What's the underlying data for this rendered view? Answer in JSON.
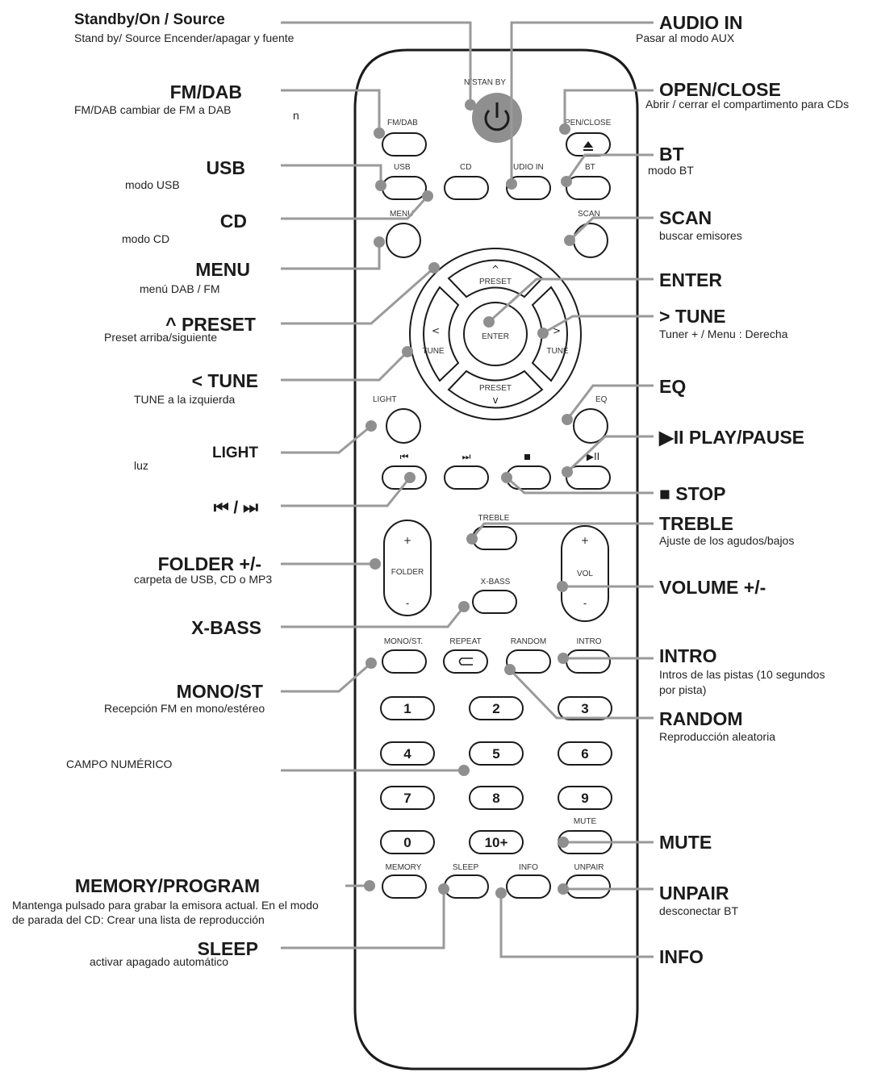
{
  "labels": {
    "standby": {
      "title": "Standby/On / Source",
      "sub": "Stand by/ Source  Encender/apagar y fuente"
    },
    "fmdab": {
      "title": "FM/DAB",
      "sub": "FM/DAB cambiar de FM a DAB"
    },
    "usb": {
      "title": "USB",
      "sub": "modo USB"
    },
    "cd": {
      "title": "CD",
      "sub": "modo CD"
    },
    "menu": {
      "title": "MENU",
      "sub": "menú DAB / FM"
    },
    "preset_up": {
      "title": "^ PRESET",
      "sub": "Preset arriba/siguiente"
    },
    "tune_left": {
      "title": "< TUNE",
      "sub": "TUNE  a la izquierda"
    },
    "light": {
      "title": "LIGHT",
      "sub": "luz"
    },
    "skip": {
      "title": "⏮ / ⏭"
    },
    "folder": {
      "title": "FOLDER +/-",
      "sub": "carpeta de USB, CD o MP3"
    },
    "xbass": {
      "title": "X-BASS"
    },
    "monost": {
      "title": "MONO/ST",
      "sub": "Recepción FM en mono/estéreo"
    },
    "numeric": {
      "sub": "CAMPO NUMÉRICO"
    },
    "memory": {
      "title": "MEMORY/PROGRAM",
      "sub1": "Mantenga pulsado para grabar la emisora actual. En el modo",
      "sub2": "de parada del CD: Crear una lista de reproducción"
    },
    "sleep": {
      "title": "SLEEP",
      "sub": "activar apagado automático"
    },
    "audioin": {
      "title": "AUDIO IN",
      "sub": "Pasar al modo AUX"
    },
    "openclose": {
      "title": "OPEN/CLOSE",
      "sub": "Abrir / cerrar el compartimento para CDs"
    },
    "bt": {
      "title": "BT",
      "sub": "modo BT"
    },
    "scan": {
      "title": "SCAN",
      "sub": "buscar emisores"
    },
    "enter": {
      "title": "ENTER"
    },
    "tune_right": {
      "title": "> TUNE",
      "sub": "Tuner + / Menu : Derecha"
    },
    "eq": {
      "title": "EQ"
    },
    "playpause": {
      "title": "▶II PLAY/PAUSE"
    },
    "stop": {
      "title": "■ STOP"
    },
    "treble": {
      "title": "TREBLE",
      "sub": "Ajuste de los agudos/bajos"
    },
    "volume": {
      "title": "VOLUME +/-"
    },
    "intro": {
      "title": "INTRO",
      "sub1": "Intros de las pistas (10 segundos",
      "sub2": "por pista)"
    },
    "random": {
      "title": "RANDOM",
      "sub": "Reproducción aleatoria"
    },
    "mute": {
      "title": "MUTE"
    },
    "unpair": {
      "title": "UNPAIR",
      "sub": "desconectar BT"
    },
    "info": {
      "title": "INFO"
    }
  },
  "remote": {
    "stray_n": "n",
    "standby_label": "N/STAN BY",
    "fmdab": "FM/DAB",
    "openclose": "PEN/CLOSE",
    "usb": "USB",
    "cd": "CD",
    "audioin": "UDIO IN",
    "bt": "BT",
    "menu": "MENU",
    "scan": "SCAN",
    "preset_top": "PRESET",
    "preset_bottom": "PRESET",
    "enter": "ENTER",
    "tune_left": "TUNE",
    "tune_right": "TUNE",
    "light": "LIGHT",
    "eq": "EQ",
    "treble": "TREBLE",
    "folder": "FOLDER",
    "vol": "VOL",
    "xbass": "X-BASS",
    "monost": "MONO/ST.",
    "repeat": "REPEAT",
    "random": "RANDOM",
    "intro": "INTRO",
    "mute": "MUTE",
    "memory": "MEMORY",
    "sleep": "SLEEP",
    "info": "INFO",
    "unpair": "UNPAIR",
    "keys": [
      "1",
      "2",
      "3",
      "4",
      "5",
      "6",
      "7",
      "8",
      "9",
      "0",
      "10+"
    ]
  },
  "colors": {
    "leader": "#9a9a9a",
    "power_button": "#8f8f8f"
  }
}
